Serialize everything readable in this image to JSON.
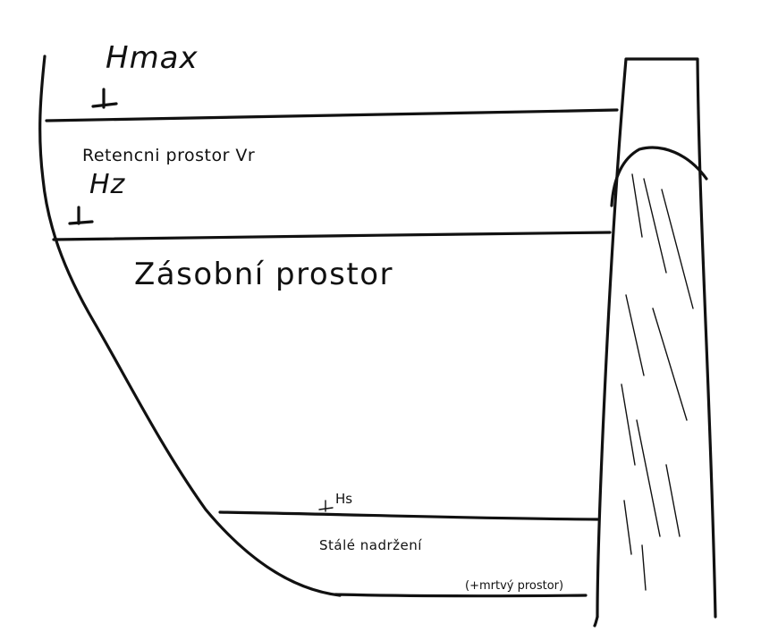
{
  "labels": {
    "hmax": "Hmax",
    "retention": "Retencni prostor Vr",
    "hz": "Hz",
    "storage": "Zásobní prostor",
    "hs": "Hs",
    "permanent": "Stálé nadržení",
    "dead": "(+mrtvý prostor)"
  },
  "colors": {
    "ink": "#111111",
    "background": "#ffffff"
  },
  "icons": [
    "water-level-marker-icon"
  ]
}
